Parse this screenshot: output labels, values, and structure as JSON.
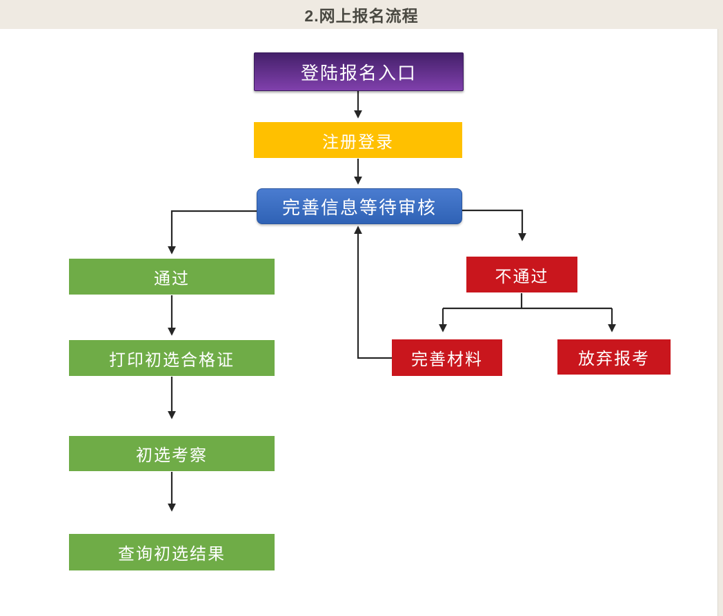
{
  "page": {
    "title": "2.网上报名流程"
  },
  "flow": {
    "nodes": [
      {
        "id": "login-entry",
        "label": "登陆报名入口",
        "color": "purple"
      },
      {
        "id": "register-login",
        "label": "注册登录",
        "color": "gold"
      },
      {
        "id": "complete-info-review",
        "label": "完善信息等待审核",
        "color": "blue"
      },
      {
        "id": "pass",
        "label": "通过",
        "color": "green"
      },
      {
        "id": "print-certificate",
        "label": "打印初选合格证",
        "color": "green"
      },
      {
        "id": "preliminary-inspection",
        "label": "初选考察",
        "color": "green"
      },
      {
        "id": "check-results",
        "label": "查询初选结果",
        "color": "green"
      },
      {
        "id": "not-pass",
        "label": "不通过",
        "color": "red"
      },
      {
        "id": "complete-materials",
        "label": "完善材料",
        "color": "red"
      },
      {
        "id": "abandon-application",
        "label": "放弃报考",
        "color": "red"
      }
    ],
    "edges": [
      {
        "from": "登陆报名入口",
        "to": "注册登录"
      },
      {
        "from": "注册登录",
        "to": "完善信息等待审核"
      },
      {
        "from": "完善信息等待审核",
        "to": "通过"
      },
      {
        "from": "完善信息等待审核",
        "to": "不通过"
      },
      {
        "from": "通过",
        "to": "打印初选合格证"
      },
      {
        "from": "打印初选合格证",
        "to": "初选考察"
      },
      {
        "from": "初选考察",
        "to": "查询初选结果"
      },
      {
        "from": "不通过",
        "to": "完善材料"
      },
      {
        "from": "不通过",
        "to": "放弃报考"
      },
      {
        "from": "完善材料",
        "to": "完善信息等待审核"
      }
    ]
  },
  "colors": {
    "page-bg": "#efeae2",
    "panel-bg": "#ffffff",
    "title-text": "#4a4942",
    "node-text": "#ffffff",
    "purple-top": "#44206a",
    "purple-bottom": "#8040ac",
    "gold": "#ffc000",
    "blue-top": "#4a7cd0",
    "blue-bottom": "#2f62b5",
    "green": "#6fac47",
    "red": "#c9161d",
    "arrow": "#262626"
  }
}
